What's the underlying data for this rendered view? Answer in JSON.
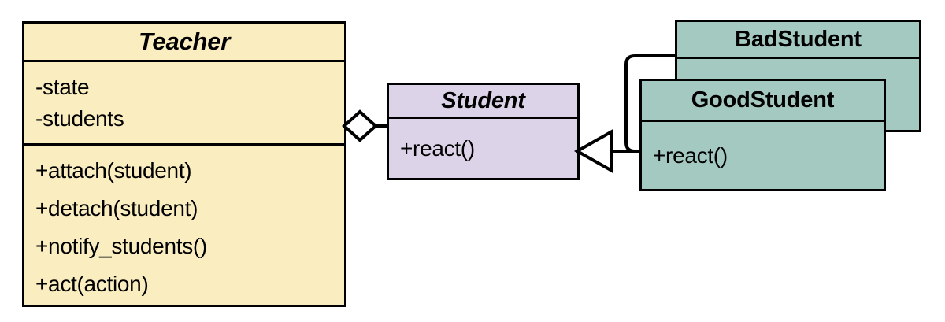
{
  "diagram": {
    "kind": "uml-class-diagram",
    "pattern": "Observer",
    "background": "#ffffff",
    "line_color": "#000000"
  },
  "palette": {
    "teacher_fill": "#faedc0",
    "student_fill": "#ddd3e8",
    "concrete_student_fill": "#a3c9c0",
    "stroke": "#000000",
    "marker_fill": "#ffffff"
  },
  "classes": {
    "teacher": {
      "name": "Teacher",
      "abstract": true,
      "fill": "#faedc0",
      "attributes": [
        {
          "text": "-state",
          "visibility": "-",
          "member": "state"
        },
        {
          "text": "-students",
          "visibility": "-",
          "member": "students"
        }
      ],
      "methods": [
        {
          "text": "+attach(student)",
          "visibility": "+",
          "member": "attach(student)"
        },
        {
          "text": "+detach(student)",
          "visibility": "+",
          "member": "detach(student)"
        },
        {
          "text": "+notify_students()",
          "visibility": "+",
          "member": "notify_students()"
        },
        {
          "text": "+act(action)",
          "visibility": "+",
          "member": "act(action)"
        }
      ]
    },
    "student": {
      "name": "Student",
      "abstract": true,
      "fill": "#ddd3e8",
      "attributes": [],
      "methods": [
        {
          "text": "+react()",
          "visibility": "+",
          "member": "react()"
        }
      ]
    },
    "badstudent": {
      "name": "BadStudent",
      "abstract": false,
      "fill": "#a3c9c0",
      "attributes": [],
      "methods": []
    },
    "goodstudent": {
      "name": "GoodStudent",
      "abstract": false,
      "fill": "#a3c9c0",
      "attributes": [],
      "methods": [
        {
          "text": "+react()",
          "visibility": "+",
          "member": "react()"
        }
      ]
    }
  },
  "relationships": [
    {
      "id": "teacher-aggregates-student",
      "type": "aggregation",
      "from": "Teacher",
      "to": "Student",
      "marker": "hollow-diamond",
      "marker_at": "Teacher"
    },
    {
      "id": "goodstudent-inherits-student",
      "type": "generalization",
      "from": "GoodStudent",
      "to": "Student",
      "marker": "hollow-triangle",
      "marker_at": "Student"
    },
    {
      "id": "badstudent-inherits-student",
      "type": "generalization",
      "from": "BadStudent",
      "to": "Student",
      "marker": "hollow-triangle",
      "marker_at": "Student"
    }
  ]
}
